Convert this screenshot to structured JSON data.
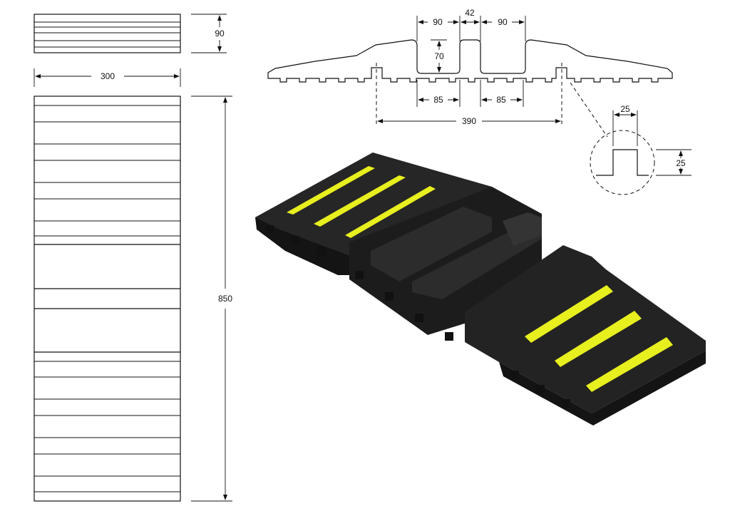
{
  "diagram": {
    "dimensions": {
      "side_height": "90",
      "width": "300",
      "length": "850",
      "channel_top_left": "90",
      "channel_mid": "42",
      "channel_top_right": "90",
      "channel_depth": "70",
      "channel_bottom_left": "85",
      "channel_bottom_right": "85",
      "overall_span": "390",
      "detail_width": "25",
      "detail_height": "25"
    },
    "colors": {
      "rubber": "#1d1d1d",
      "rubber_light": "#2b2b2b",
      "stripe": "#e8ef1e",
      "line": "#111111"
    }
  }
}
